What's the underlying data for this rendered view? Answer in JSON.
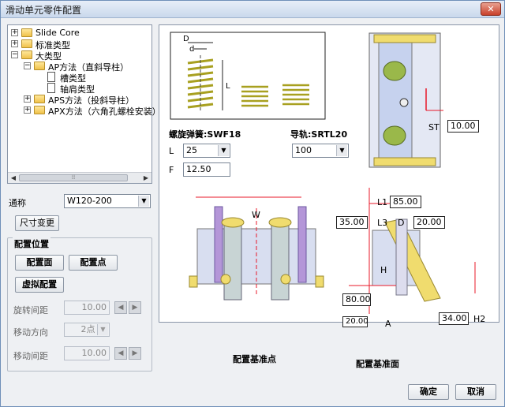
{
  "window": {
    "title": "滑动单元零件配置",
    "close": "✕"
  },
  "tree": {
    "items": [
      {
        "label": "Slide Core",
        "level": 0,
        "toggle": "+"
      },
      {
        "label": "标准类型",
        "level": 1,
        "toggle": "+"
      },
      {
        "label": "大类型",
        "level": 1,
        "toggle": "−"
      },
      {
        "label": "AP方法（直斜导柱）",
        "level": 2,
        "toggle": "−"
      },
      {
        "label": "槽类型",
        "level": 3
      },
      {
        "label": "轴肩类型",
        "level": 3
      },
      {
        "label": "APS方法（投斜导柱）",
        "level": 2,
        "toggle": "+"
      },
      {
        "label": "APX方法（六角孔螺栓安装）",
        "level": 2,
        "toggle": "+"
      }
    ],
    "scroll_thumb": "⦙⦙⦙"
  },
  "name_label": "通称",
  "name_value": "W120-200",
  "size_change_button": "尺寸变更",
  "placement": {
    "title": "配置位置",
    "face_button": "配置面",
    "point_button": "配置点",
    "virtual_button": "虚拟配置",
    "rotation_label": "旋转间距",
    "rotation_value": "10.00",
    "move_dir_label": "移动方向",
    "move_dir_value": "2点",
    "move_dist_label": "移动间距",
    "move_dist_value": "10.00"
  },
  "drawing": {
    "spring_label": "螺旋弹簧:SWF18",
    "guide_label": "导轨:SRTL20",
    "L_label": "L",
    "L_value": "25",
    "F_label": "F",
    "F_value": "12.50",
    "guide_value": "100",
    "ST_label": "ST",
    "ST_value": "10.00",
    "W_label": "W",
    "L1_label": "L1",
    "L1_value": "85.00",
    "L3_label": "L3",
    "D_label": "D",
    "D_value": "20.00",
    "left_value": "35.00",
    "H_label": "H",
    "H_value": "80.00",
    "bottom_left_value": "20.00",
    "A_label": "A",
    "H2_label": "H2",
    "H2_value": "34.00",
    "spring_D": "D",
    "spring_d": "d",
    "spring_L": "L"
  },
  "bottom": {
    "ref_point": "配置基准点",
    "ref_face": "配置基准面",
    "ok": "确定",
    "cancel": "取消"
  },
  "colors": {
    "dim_red": "#e8182a",
    "pin_purple": "#b496d8",
    "yellow": "#f0dc6e",
    "green": "#9ab84a",
    "block_blue": "#b4c4ec"
  }
}
